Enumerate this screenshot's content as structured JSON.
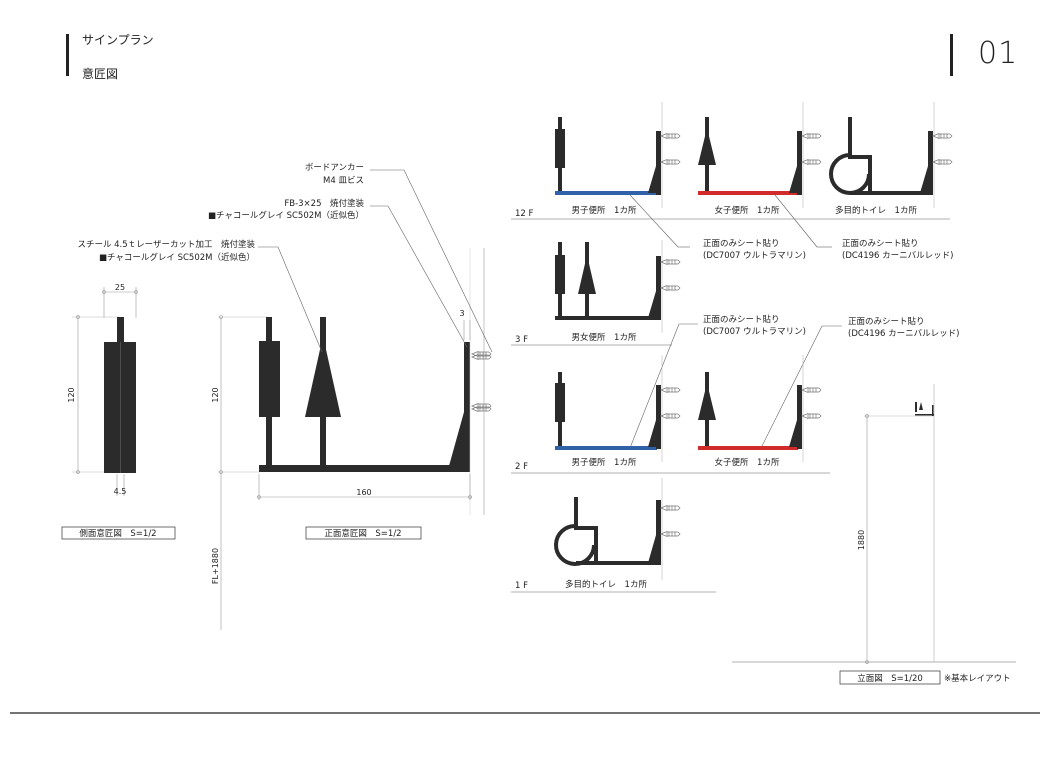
{
  "header": {
    "title": "サインプラン",
    "subtitle": "意匠図",
    "page_number": "01"
  },
  "colors": {
    "ink": "#2b2b2b",
    "line": "#888888",
    "ultramarine": "#2f62a8",
    "carmine_red": "#d22b2b"
  },
  "callouts": {
    "board_anchor": "ボードアンカー",
    "m4_screw": "M4 皿ビス",
    "fb_plate": "FB-3×25　焼付塗装",
    "fb_color": "■チャコールグレイ SC502M（近似色）",
    "steel_laser": "スチール 4.5ｔレーザーカット加工　焼付塗装",
    "steel_color": "■チャコールグレイ SC502M（近似色）",
    "sheet_blue_1": "正面のみシート貼り",
    "sheet_blue_1_code": "(DC7007 ウルトラマリン)",
    "sheet_red_1": "正面のみシート貼り",
    "sheet_red_1_code": "(DC4196 カーニバルレッド)",
    "sheet_blue_2": "正面のみシート貼り",
    "sheet_blue_2_code": "(DC7007 ウルトラマリン)",
    "sheet_red_2": "正面のみシート貼り",
    "sheet_red_2_code": "(DC4196 カーニバルレッド)"
  },
  "side_view": {
    "width_dim": "25",
    "height_dim": "120",
    "thickness_dim": "4.5",
    "caption": "側面意匠図　S=1/2"
  },
  "front_view": {
    "height_dim": "120",
    "width_dim": "160",
    "plate_dim": "3",
    "floor_dim": "FL+1880",
    "caption": "正面意匠図　S=1/2"
  },
  "floors": {
    "f12": {
      "label": "12 F",
      "signs": [
        "男子便所　1カ所",
        "女子便所　1カ所",
        "多目的トイレ　1カ所"
      ]
    },
    "f3": {
      "label": "3 F",
      "signs": [
        "男女便所　1カ所"
      ]
    },
    "f2": {
      "label": "2 F",
      "signs": [
        "男子便所　1カ所",
        "女子便所　1カ所"
      ]
    },
    "f1": {
      "label": "1 F",
      "signs": [
        "多目的トイレ　1カ所"
      ]
    }
  },
  "elevation": {
    "height_dim": "1880",
    "caption": "立面図　S=1/20",
    "note": "※基本レイアウト"
  }
}
